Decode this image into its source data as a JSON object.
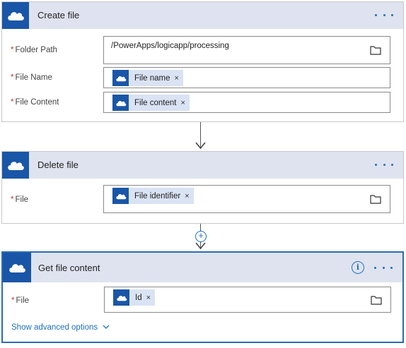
{
  "cards": [
    {
      "title": "Create file",
      "fields": [
        {
          "label": "Folder Path",
          "value": "/PowerApps/logicapp/processing",
          "has_folder_picker": true
        },
        {
          "label": "File Name",
          "token": "File name"
        },
        {
          "label": "File Content",
          "token": "File content"
        }
      ]
    },
    {
      "title": "Delete file",
      "fields": [
        {
          "label": "File",
          "token": "File identifier",
          "has_folder_picker": true
        }
      ]
    },
    {
      "title": "Get file content",
      "info_icon": "i",
      "fields": [
        {
          "label": "File",
          "token": "Id",
          "has_folder_picker": true
        }
      ],
      "advanced_link": "Show advanced options"
    }
  ],
  "required_marker": "*",
  "token_close_glyph": "×",
  "colors": {
    "header_bg": "#dfe3ef",
    "icon_bg": "#1a56a7",
    "token_bg": "#d9e3f3",
    "accent": "#1d6fc0",
    "required": "#d0312d"
  },
  "icons": {
    "service": "onedrive-cloud-icon",
    "more": "more-ellipsis-icon",
    "folder": "folder-icon",
    "info": "info-icon",
    "add": "add-step-icon",
    "chevron": "chevron-down-icon"
  }
}
